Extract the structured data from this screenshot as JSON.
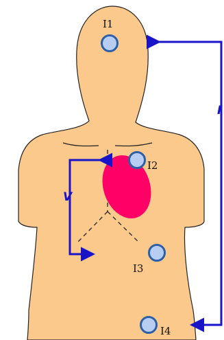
{
  "diagram": {
    "electrodes": [
      {
        "label": "I1"
      },
      {
        "label": "I2"
      },
      {
        "label": "I3"
      },
      {
        "label": "I4"
      }
    ],
    "voltage_label": "V",
    "current_label": "I",
    "colors": {
      "skin": "#fcc98d",
      "outline": "#222222",
      "heart": "#ff0066",
      "electrode_fill": "#b7cdf2",
      "electrode_stroke": "#2c5fa8",
      "arrow": "#1a14c9"
    }
  }
}
